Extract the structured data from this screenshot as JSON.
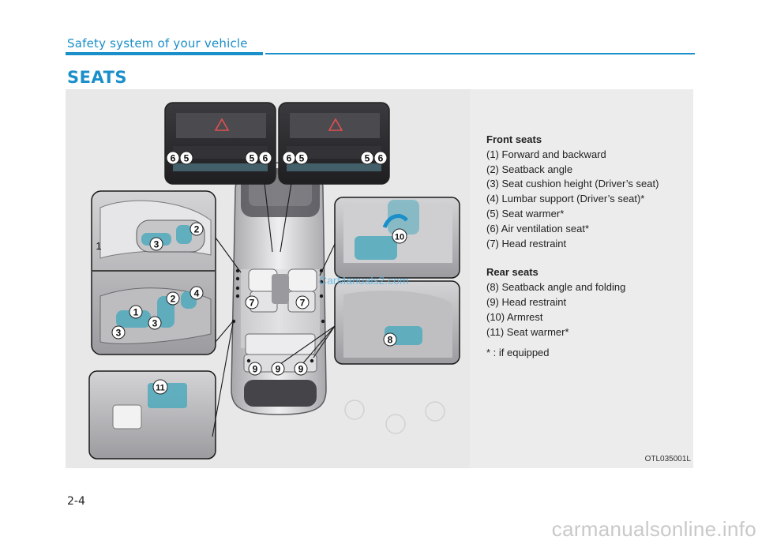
{
  "header": {
    "title": "Safety system of your vehicle"
  },
  "section": {
    "title": "SEATS"
  },
  "legend": {
    "front_heading": "Front seats",
    "front_items": [
      "(1) Forward and backward",
      "(2) Seatback angle",
      "(3) Seat cushion height (Driver’s seat)",
      "(4) Lumbar support (Driver’s seat)*",
      "(5) Seat warmer*",
      "(6) Air ventilation seat*",
      "(7) Head restraint"
    ],
    "rear_heading": "Rear seats",
    "rear_items": [
      "(8) Seatback angle and folding",
      "(9) Head restraint",
      "(10) Armrest",
      "(11) Seat warmer*"
    ],
    "note": "* : if equipped"
  },
  "figure": {
    "code": "OTL035001L",
    "callouts": {
      "c1": "1",
      "c2": "2",
      "c3": "3",
      "c4": "4",
      "c5": "5",
      "c6": "6",
      "c7": "7",
      "c8": "8",
      "c9": "9",
      "c10": "10",
      "c11": "11"
    },
    "watermark": "CarManuals2.com"
  },
  "footer": {
    "page_number": "2-4",
    "watermark": "carmanualsonline.info"
  },
  "colors": {
    "accent": "#1a8fc9",
    "control_teal": "#4fa9bc"
  }
}
